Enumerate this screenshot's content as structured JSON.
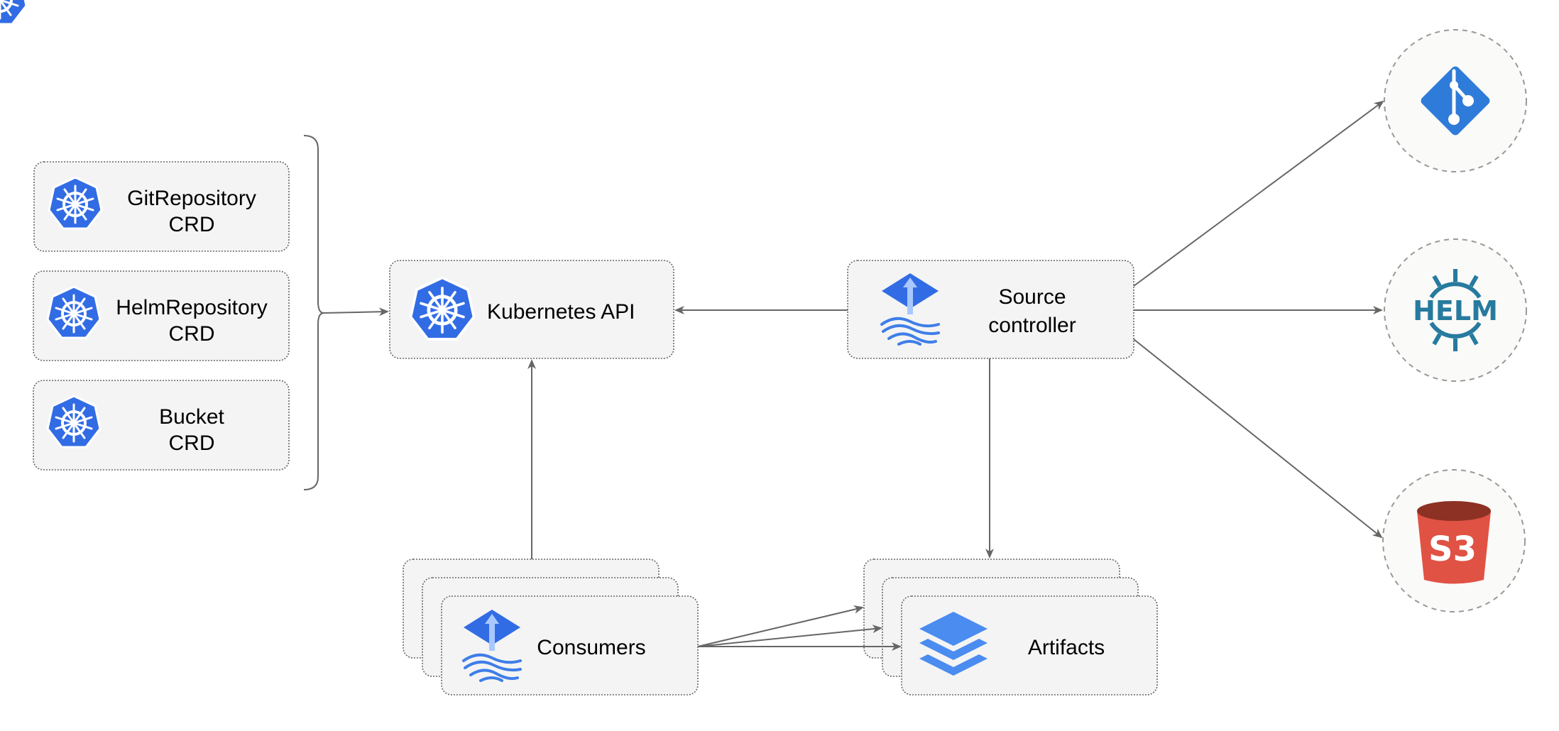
{
  "crds": [
    {
      "line1": "GitRepository",
      "line2": "CRD",
      "icon": "kubernetes-icon"
    },
    {
      "line1": "HelmRepository",
      "line2": "CRD",
      "icon": "kubernetes-icon"
    },
    {
      "line1": "Bucket",
      "line2": "CRD",
      "icon": "kubernetes-icon"
    }
  ],
  "kubernetes_api": {
    "label": "Kubernetes API",
    "icon": "kubernetes-icon"
  },
  "source_controller": {
    "line1": "Source",
    "line2": "controller",
    "icon": "flux-icon"
  },
  "consumers": {
    "label": "Consumers",
    "icon": "flux-icon"
  },
  "artifacts": {
    "label": "Artifacts",
    "icon": "layers-icon"
  },
  "sources": [
    {
      "name": "git",
      "icon": "git-icon"
    },
    {
      "name": "helm",
      "label": "HELM",
      "icon": "helm-icon"
    },
    {
      "name": "s3",
      "label": "S3",
      "icon": "s3-bucket-icon"
    }
  ],
  "colors": {
    "kubernetes": "#326ce5",
    "git": "#2f7bd9",
    "helm": "#277a9f",
    "s3": "#e05243",
    "s3_dark": "#8c3123",
    "flux": "#3e7ee8"
  }
}
